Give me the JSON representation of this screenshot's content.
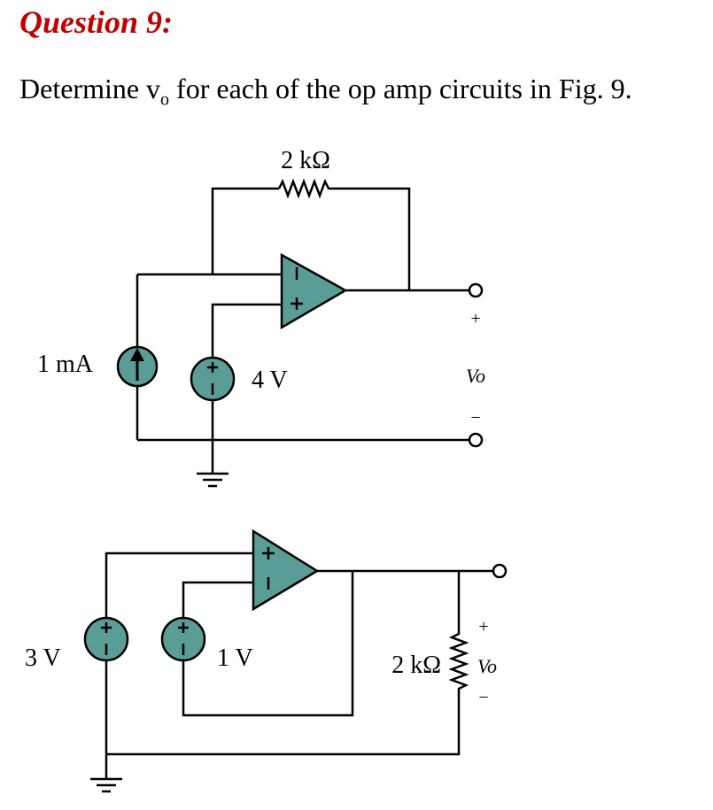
{
  "question": {
    "title": "Question 9:",
    "prompt_text": "Determine v",
    "prompt_sub": "o",
    "prompt_rest": " for each of the op amp circuits in Fig. 9."
  },
  "colors": {
    "title": "#c00000",
    "component_fill": "#5a9d96",
    "wire": "#000000"
  },
  "circuit_a": {
    "resistor_label": "2 kΩ",
    "current_source_label": "1 mA",
    "voltage_source_label": "4 V",
    "output_label": "Vo",
    "plus": "+",
    "minus": "−"
  },
  "circuit_b": {
    "source1_label": "3 V",
    "source2_label": "1 V",
    "resistor_label": "2 kΩ",
    "output_label": "Vo",
    "plus": "+",
    "minus": "−"
  }
}
